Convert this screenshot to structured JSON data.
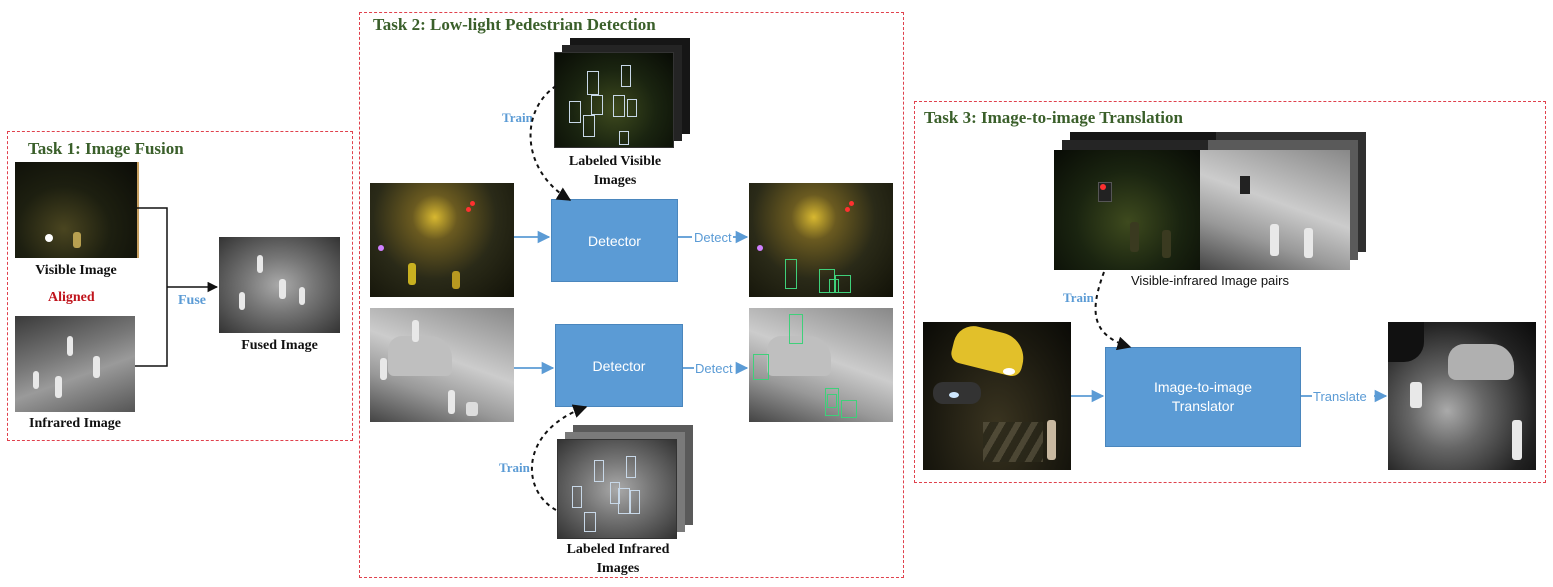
{
  "task1": {
    "title": "Task 1: Image Fusion",
    "visible_label": "Visible Image",
    "aligned_label": "Aligned",
    "infrared_label": "Infrared Image",
    "fuse_label": "Fuse",
    "fused_label": "Fused Image"
  },
  "task2": {
    "title": "Task 2: Low-light Pedestrian Detection",
    "train_label_top": "Train",
    "labeled_visible_line1": "Labeled Visible",
    "labeled_visible_line2": "Images",
    "detector_top": "Detector",
    "detect_top": "Detect",
    "detector_bottom": "Detector",
    "detect_bottom": "Detect",
    "train_label_bottom": "Train",
    "labeled_infrared_line1": "Labeled Infrared",
    "labeled_infrared_line2": "Images"
  },
  "task3": {
    "title": "Task 3: Image-to-image Translation",
    "pairs_label": "Visible-infrared Image pairs",
    "train_label": "Train",
    "translator_line1": "Image-to-image",
    "translator_line2": "Translator",
    "translate_label": "Translate"
  },
  "colors": {
    "panel_border": "#e0414d",
    "title": "#3a5f2a",
    "accent": "#5b9bd5",
    "aligned": "#c0141c",
    "bbox": "#3fd07a"
  }
}
